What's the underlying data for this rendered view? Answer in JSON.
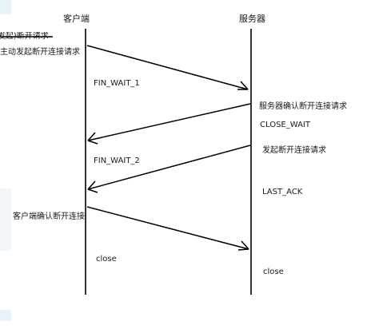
{
  "client": {
    "title": "客户端",
    "active_close_request": "主动发起断开连接请求",
    "fin_wait_1": "FIN_WAIT_1",
    "fin_wait_2": "FIN_WAIT_2",
    "confirm_close": "客户端确认断开连接",
    "close": "close",
    "clipped_text": "(发起)断开请求"
  },
  "server": {
    "title": "服务器",
    "confirm_close": "服务器确认断开连接请求",
    "close_wait": "CLOSE_WAIT",
    "initiate_close": "发起断开连接请求",
    "last_ack": "LAST_ACK",
    "close": "close"
  },
  "colors": {
    "line": "#000000",
    "text": "#1a1a1a",
    "edge_tab": "#e6f3fb"
  }
}
